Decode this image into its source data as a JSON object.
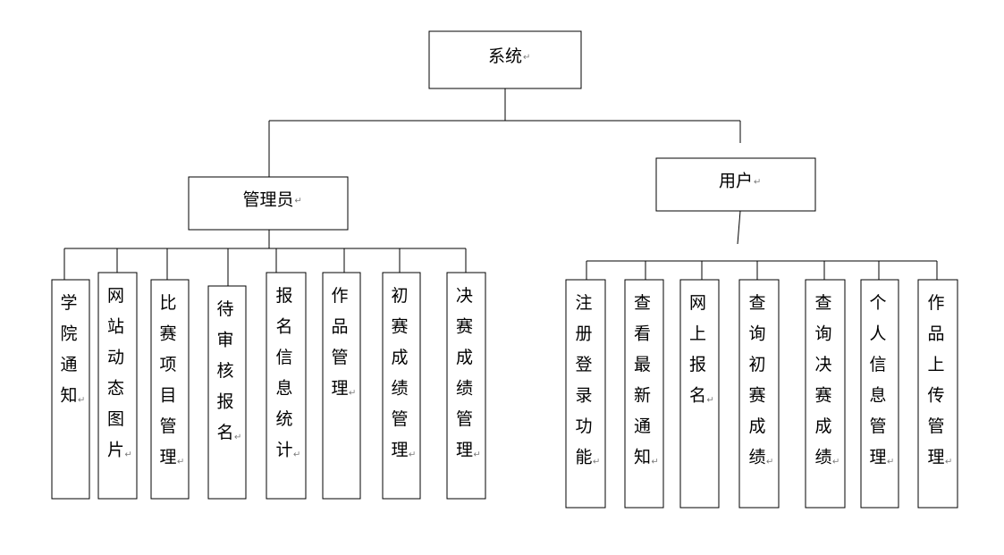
{
  "paragraph_mark": "↵",
  "root": {
    "label": "系统"
  },
  "branches": [
    {
      "label": "管理员",
      "children": [
        {
          "label": "学院通知"
        },
        {
          "label": "网站动态图片"
        },
        {
          "label": "比赛项目管理"
        },
        {
          "label": "待审核报名"
        },
        {
          "label": "报名信息统计"
        },
        {
          "label": "作品管理"
        },
        {
          "label": "初赛成绩管理"
        },
        {
          "label": "决赛成绩管理"
        }
      ]
    },
    {
      "label": "用户",
      "children": [
        {
          "label": "注册登录功能"
        },
        {
          "label": "查看最新通知"
        },
        {
          "label": "网上报名"
        },
        {
          "label": "查询初赛成绩"
        },
        {
          "label": "查询决赛成绩"
        },
        {
          "label": "个人信息管理"
        },
        {
          "label": "作品上传管理"
        }
      ]
    }
  ]
}
